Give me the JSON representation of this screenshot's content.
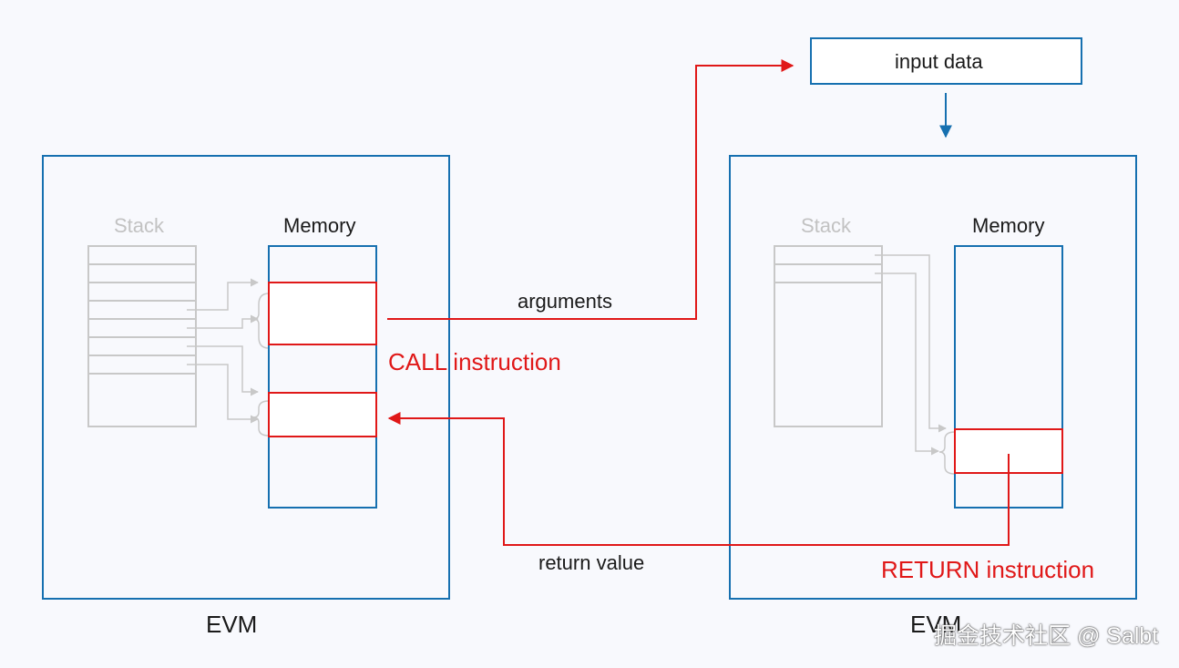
{
  "input_data_label": "input data",
  "left_evm": {
    "stack_label": "Stack",
    "memory_label": "Memory",
    "name": "EVM"
  },
  "right_evm": {
    "stack_label": "Stack",
    "memory_label": "Memory",
    "name": "EVM"
  },
  "arguments_label": "arguments",
  "call_instruction_label": "CALL instruction",
  "return_value_label": "return value",
  "return_instruction_label": "RETURN instruction",
  "watermark": "掘金技术社区 @ Salbt",
  "colors": {
    "frame_blue": "#1670b0",
    "flow_red": "#e01818",
    "stack_gray": "#c8c8c8",
    "background": "#f8f9fd"
  }
}
